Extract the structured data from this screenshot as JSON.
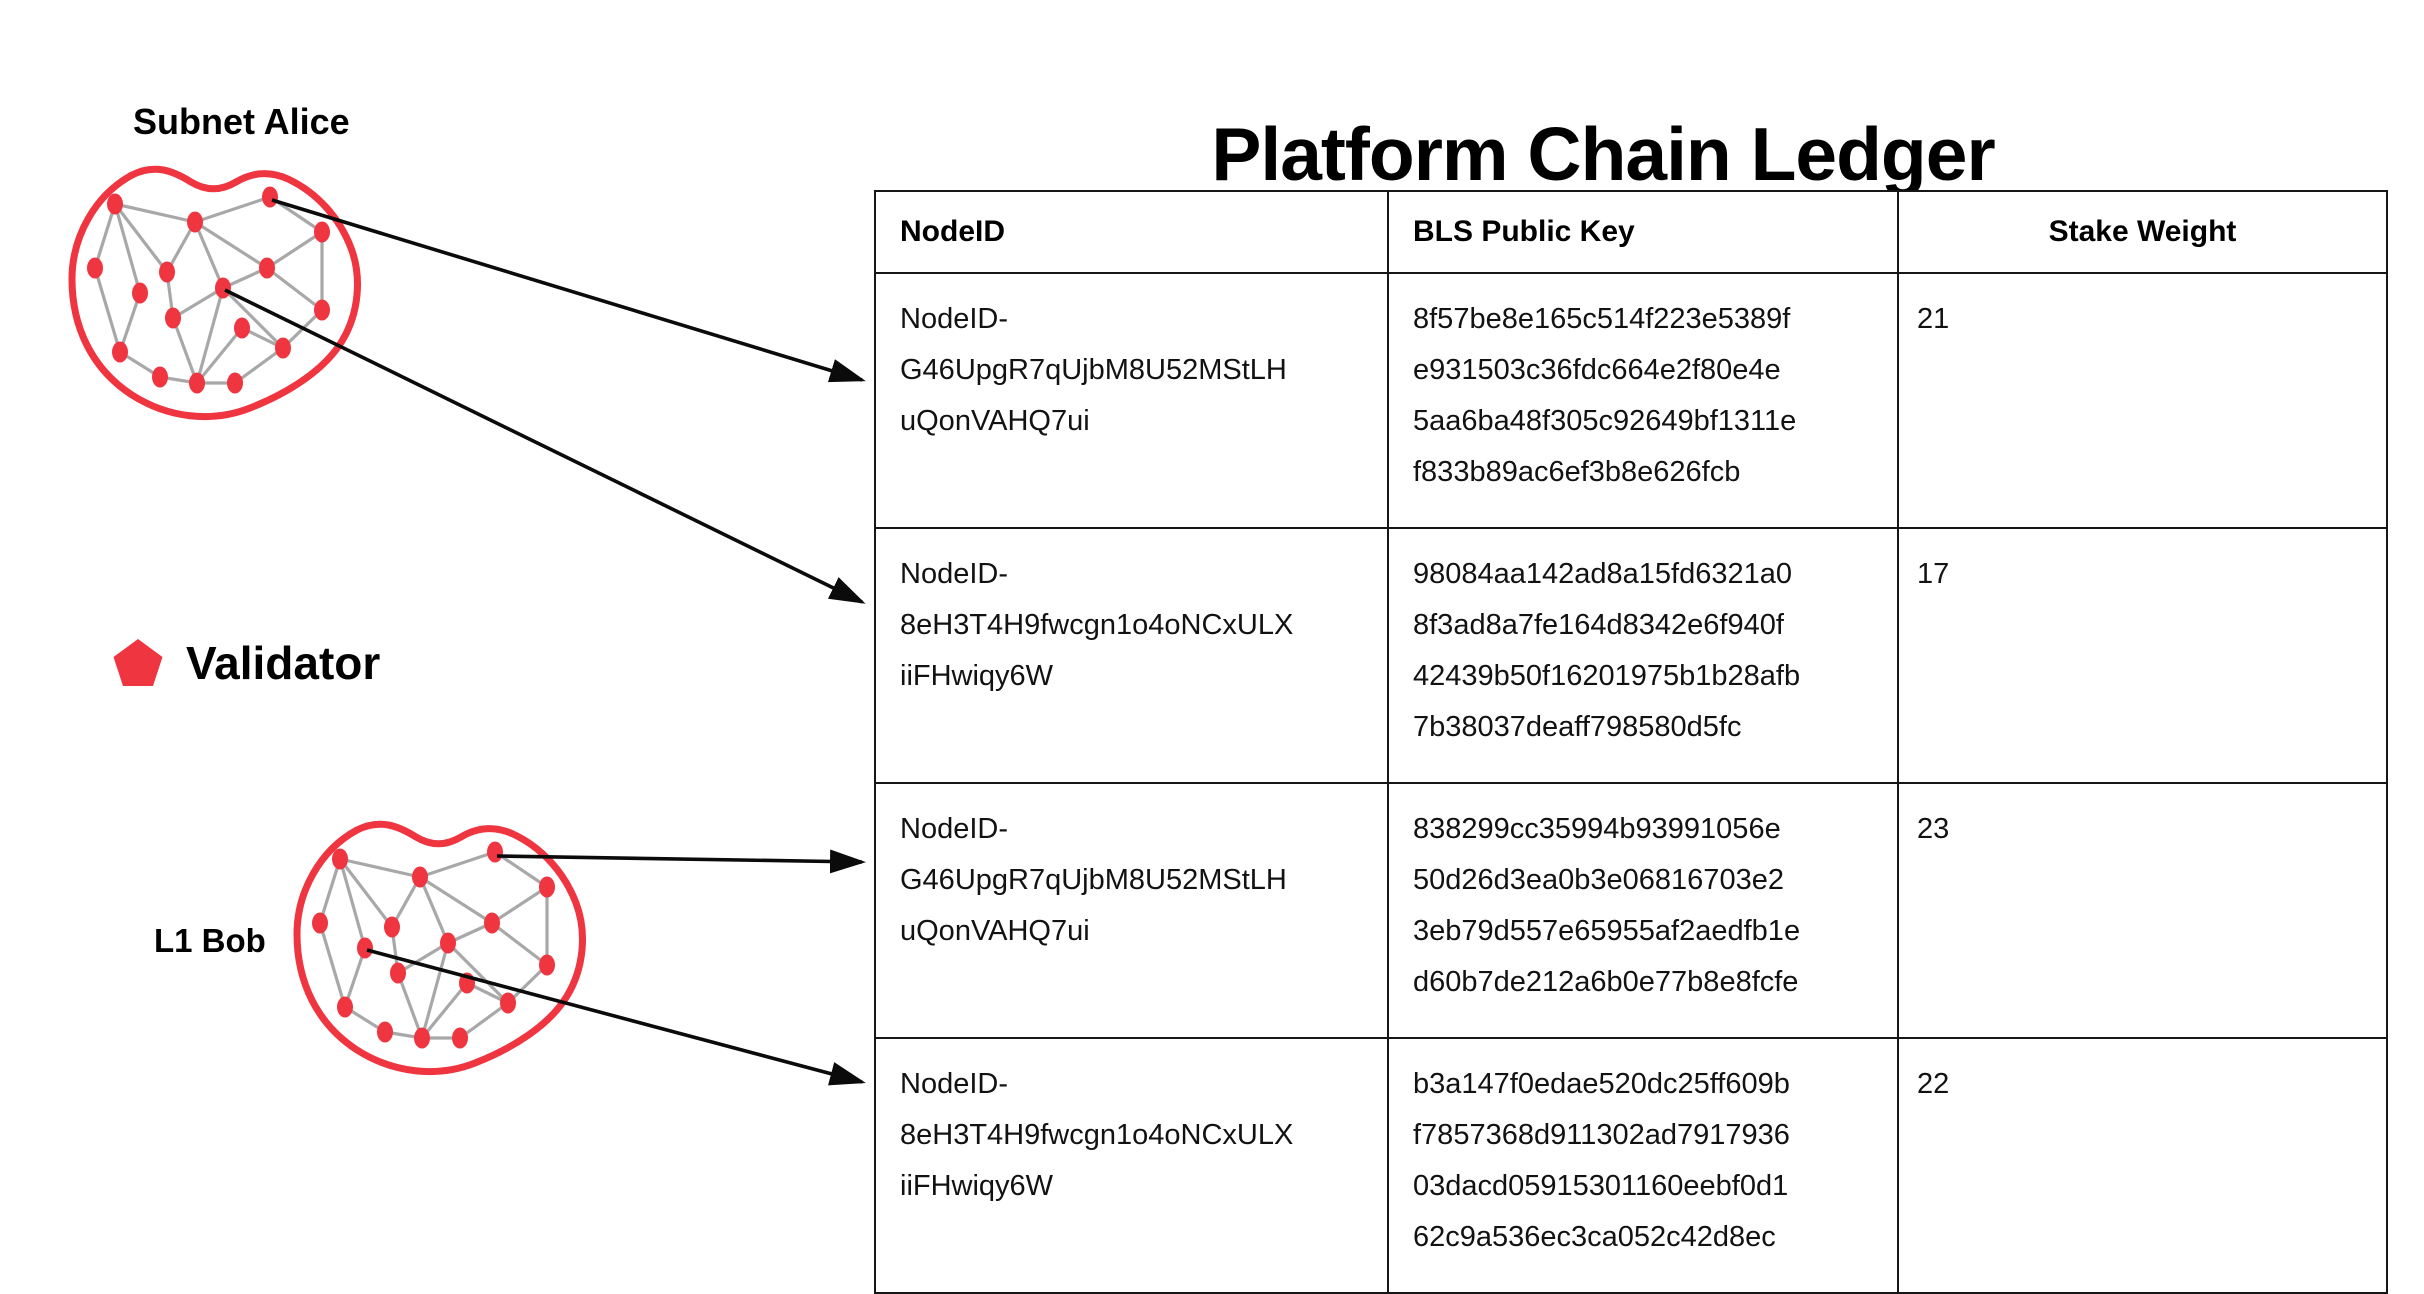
{
  "title": "Platform Chain Ledger",
  "legend": {
    "label": "Validator",
    "icon": "pentagon-icon"
  },
  "groups": {
    "alice": {
      "label": "Subnet Alice"
    },
    "bob": {
      "label": "L1 Bob"
    }
  },
  "colors": {
    "accent_red": "#ee3540",
    "edge_gray": "#a8a8a8",
    "arrow_black": "#0b0b0b",
    "table_border": "#161616",
    "text_black": "#121212"
  },
  "table": {
    "headers": [
      "NodeID",
      "BLS Public Key",
      "Stake Weight"
    ],
    "rows": [
      {
        "node_id": "NodeID-\nG46UpgR7qUjbM8U52MStLH\nuQonVAHQ7ui",
        "bls_public_key": "8f57be8e165c514f223e5389f\ne931503c36fdc664e2f80e4e\n5aa6ba48f305c92649bf1311e\nf833b89ac6ef3b8e626fcb",
        "stake_weight": "21"
      },
      {
        "node_id": "NodeID-\n8eH3T4H9fwcgn1o4oNCxULX\niiFHwiqy6W",
        "bls_public_key": "98084aa142ad8a15fd6321a0\n8f3ad8a7fe164d8342e6f940f\n42439b50f16201975b1b28afb\n7b38037deaff798580d5fc",
        "stake_weight": "17"
      },
      {
        "node_id": "NodeID-\nG46UpgR7qUjbM8U52MStLH\nuQonVAHQ7ui",
        "bls_public_key": "838299cc35994b93991056e\n50d26d3ea0b3e06816703e2\n3eb79d557e65955af2aedfb1e\nd60b7de212a6b0e77b8e8fcfe",
        "stake_weight": "23"
      },
      {
        "node_id": "NodeID-\n8eH3T4H9fwcgn1o4oNCxULX\niiFHwiqy6W",
        "bls_public_key": "b3a147f0edae520dc25ff609b\nf7857368d911302ad7917936\n03dacd05915301160eebf0d1\n62c9a536ec3ca052c42d8ec",
        "stake_weight": "22"
      }
    ]
  }
}
